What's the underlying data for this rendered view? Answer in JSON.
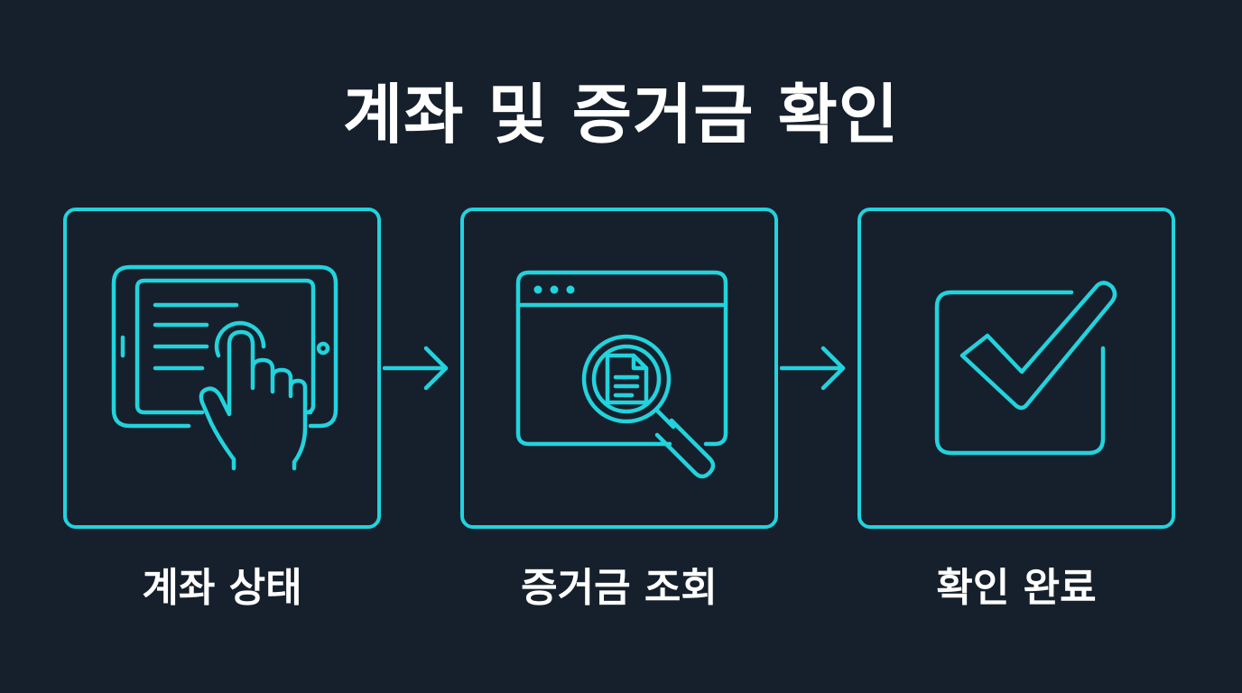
{
  "title": "계좌 및 증거금 확인",
  "accent_color": "#22d3dd",
  "background_color": "#16202c",
  "steps": [
    {
      "label": "계좌 상태",
      "icon": "tablet-touch-icon"
    },
    {
      "label": "증거금 조회",
      "icon": "browser-search-document-icon"
    },
    {
      "label": "확인 완료",
      "icon": "checkbox-check-icon"
    }
  ]
}
